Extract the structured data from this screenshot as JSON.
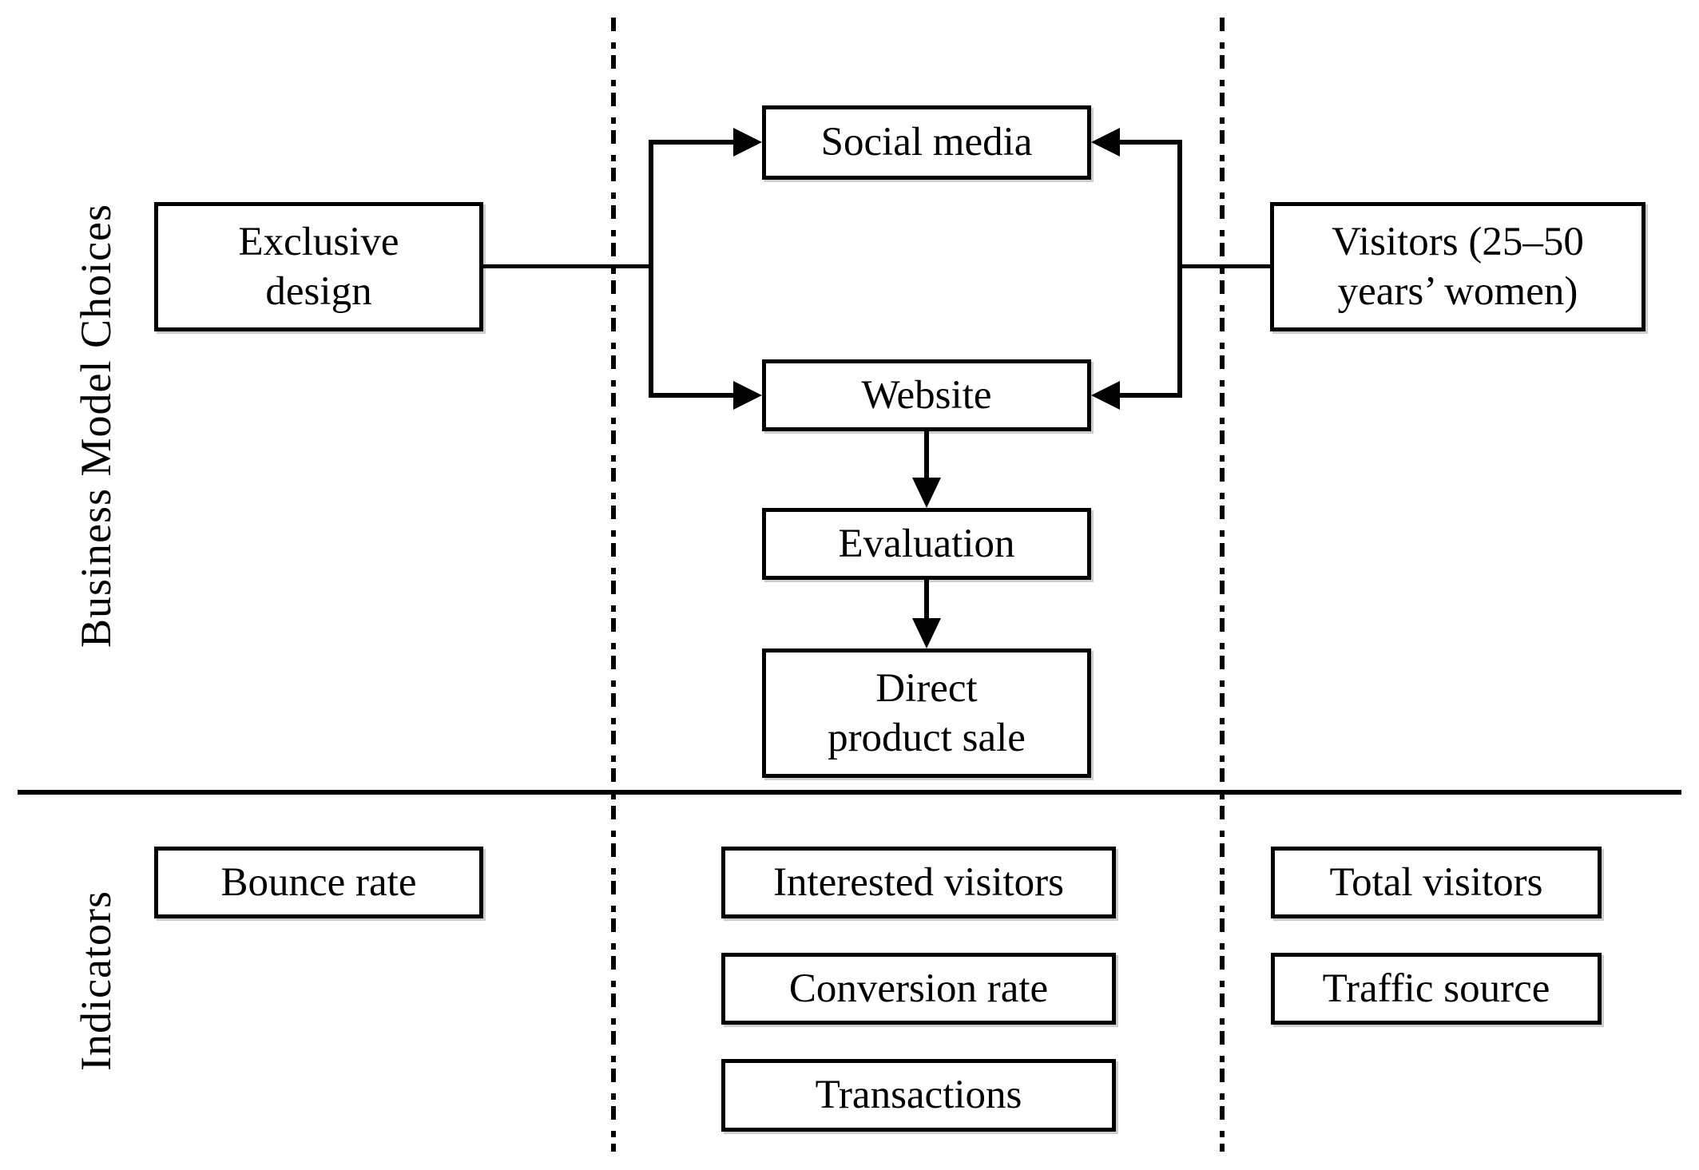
{
  "labels": {
    "business_model": "Business Model Choices",
    "indicators": "Indicators"
  },
  "boxes": {
    "exclusive_design": {
      "line1": "Exclusive",
      "line2": "design"
    },
    "social_media": {
      "label": "Social media"
    },
    "website": {
      "label": "Website"
    },
    "evaluation": {
      "label": "Evaluation"
    },
    "direct_product_sale": {
      "line1": "Direct",
      "line2": "product sale"
    },
    "visitors": {
      "line1": "Visitors (25–50",
      "line2": "years’ women)"
    },
    "bounce_rate": {
      "label": "Bounce rate"
    },
    "interested_visitors": {
      "label": "Interested visitors"
    },
    "conversion_rate": {
      "label": "Conversion rate"
    },
    "transactions": {
      "label": "Transactions"
    },
    "total_visitors": {
      "label": "Total visitors"
    },
    "traffic_source": {
      "label": "Traffic source"
    }
  },
  "colors": {
    "line": "#000000",
    "text": "#000000",
    "box_border": "#000000",
    "box_fill": "#ffffff",
    "background": "#ffffff"
  }
}
